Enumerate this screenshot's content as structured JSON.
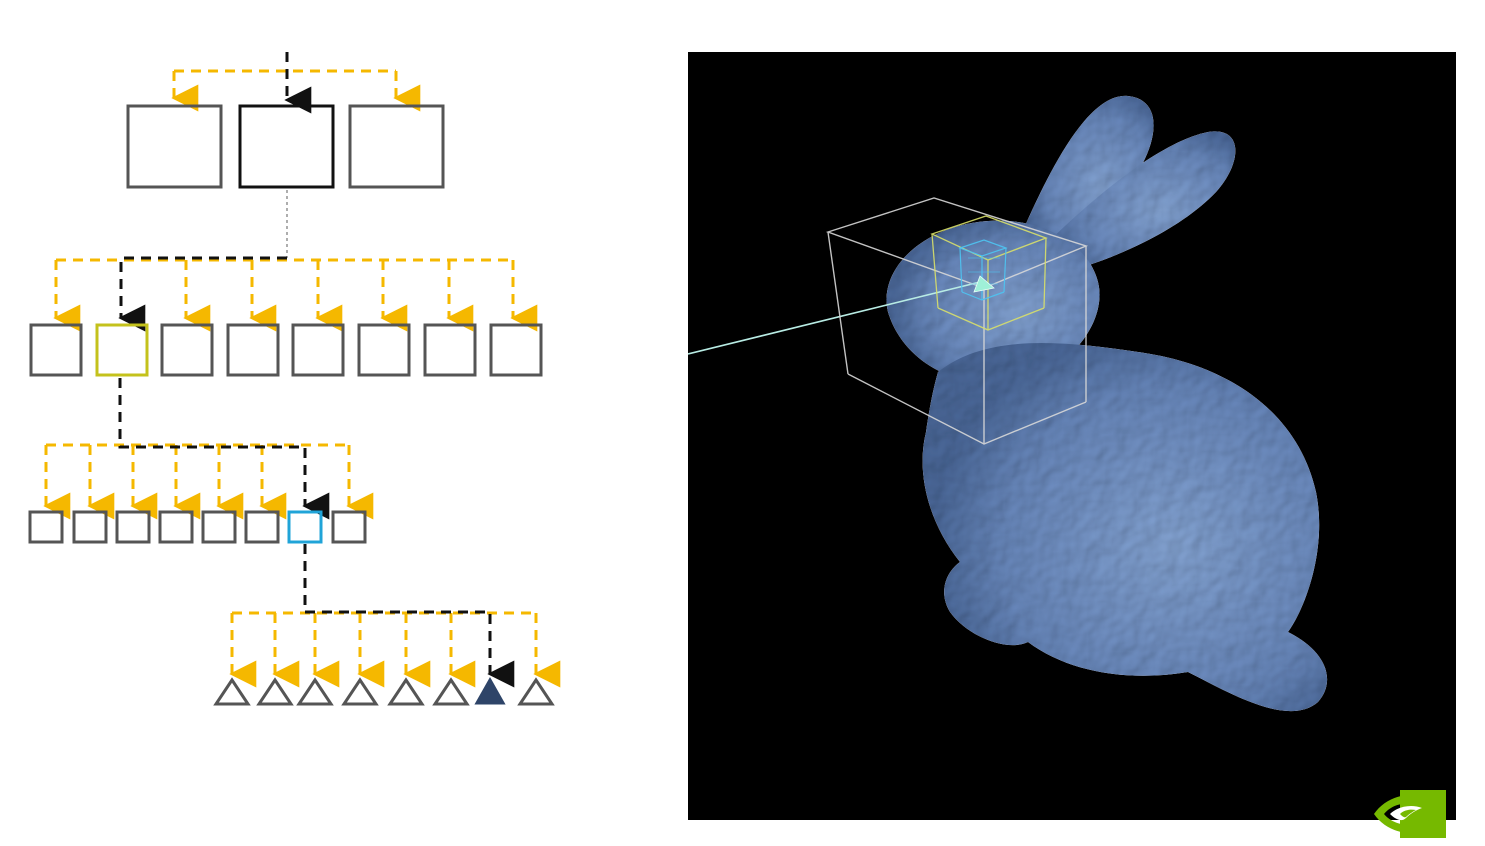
{
  "diagram": {
    "levels": [
      {
        "name": "level-1",
        "count": 3,
        "selected": 1,
        "shape": "box"
      },
      {
        "name": "level-2",
        "count": 8,
        "selected": 1,
        "shape": "box"
      },
      {
        "name": "level-3",
        "count": 8,
        "selected": 6,
        "shape": "box"
      },
      {
        "name": "leaves",
        "count": 8,
        "selected": 6,
        "shape": "triangle"
      }
    ],
    "colors": {
      "candidate_arrow": "#f5b800",
      "traversal_arrow": "#111111",
      "node_outline": "#555555",
      "root_selected": "#111111",
      "level2_selected": "#c4c21c",
      "level3_selected": "#20a4d8",
      "leaf_hit": "#2e4468"
    }
  },
  "render": {
    "background": "#000000",
    "bunny_color": "#6f8fc4",
    "ray_color": "#b8ece4",
    "outer_box_color": "#d8d8d8",
    "mid_box_color": "#d9e06a",
    "inner_box_color": "#4fc3f0",
    "hit_triangle_color": "#9ff0d8"
  },
  "logo": {
    "name": "nvidia-logo",
    "color": "#76b900"
  }
}
